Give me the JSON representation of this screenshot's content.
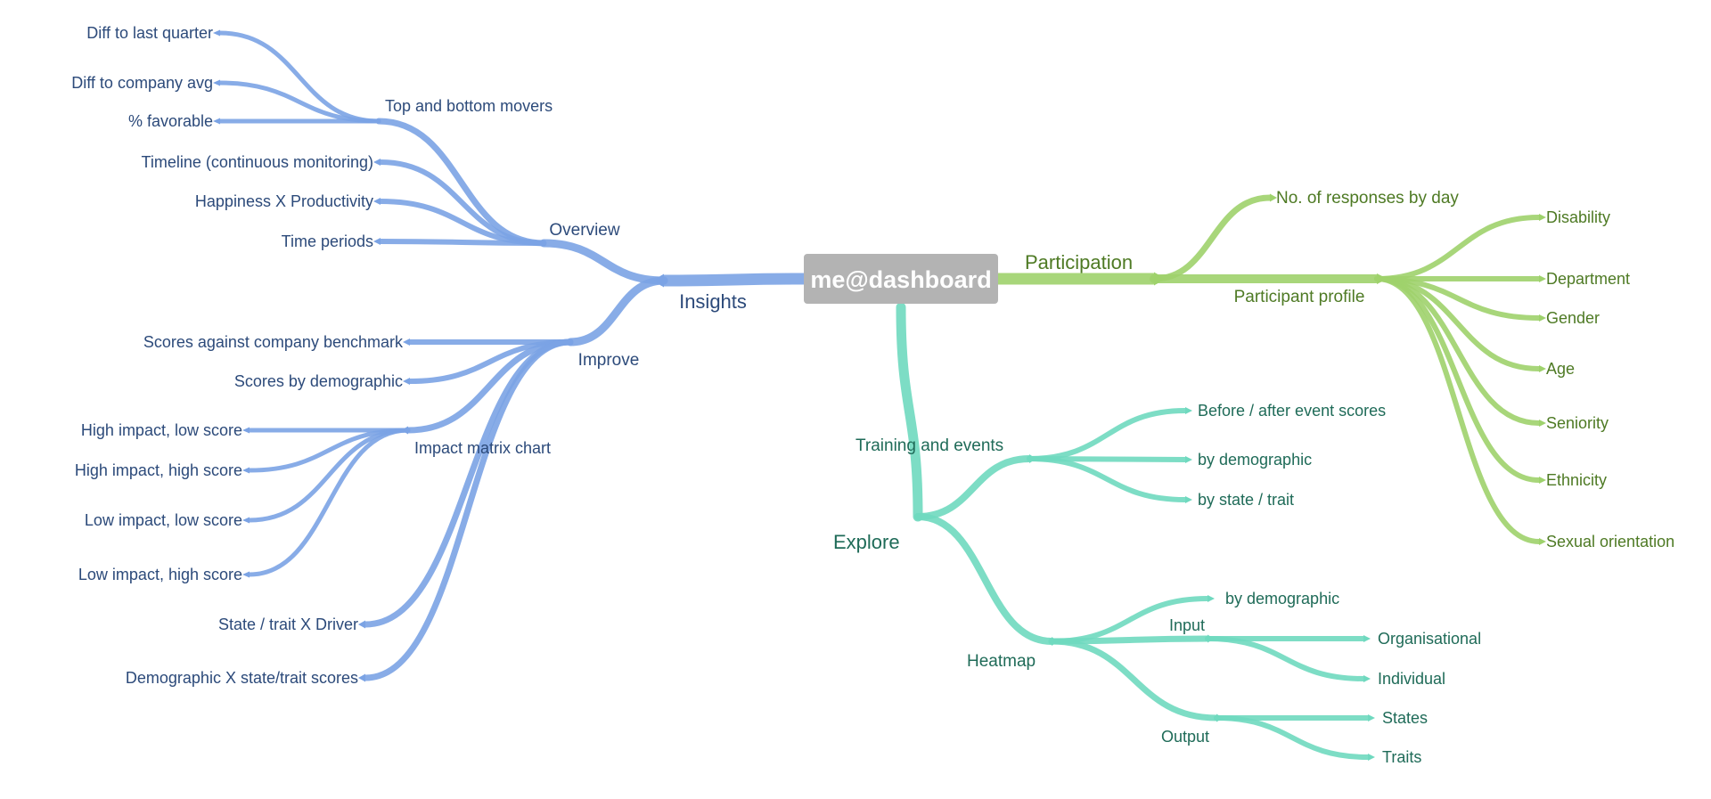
{
  "colors": {
    "insights": "#7ba3e4",
    "insights_text": "#2c4a7a",
    "participation": "#9ed26c",
    "participation_text": "#4e7a24",
    "explore": "#6fd9bf",
    "explore_text": "#1f6b58",
    "center_bg": "#b3b3b3",
    "center_text": "#ffffff"
  },
  "root": {
    "label": "me@dashboard"
  },
  "nodes": {
    "insights": "Insights",
    "overview": "Overview",
    "top_bottom_movers": "Top and bottom movers",
    "diff_last_quarter": "Diff to last quarter",
    "diff_company_avg": "Diff to company avg",
    "pct_favorable": "% favorable",
    "timeline": "Timeline (continuous monitoring)",
    "happiness_productivity": "Happiness X Productivity",
    "time_periods": "Time periods",
    "improve": "Improve",
    "scores_benchmark": "Scores against company benchmark",
    "scores_demographic": "Scores by demographic",
    "impact_matrix": "Impact matrix chart",
    "high_low": "High impact, low score",
    "high_high": "High impact, high score",
    "low_low": "Low impact, low score",
    "low_high": "Low impact, high score",
    "state_trait_driver": "State / trait X Driver",
    "demographic_state_trait": "Demographic X state/trait scores",
    "participation": "Participation",
    "responses_by_day": "No. of responses by day",
    "participant_profile": "Participant profile",
    "disability": "Disability",
    "department": "Department",
    "gender": "Gender",
    "age": "Age",
    "seniority": "Seniority",
    "ethnicity": "Ethnicity",
    "sexual_orientation": "Sexual orientation",
    "explore": "Explore",
    "training_events": "Training and events",
    "before_after": "Before / after event scores",
    "te_by_demographic": "by demographic",
    "te_by_state_trait": "by state / trait",
    "heatmap": "Heatmap",
    "input": "Input",
    "in_by_demographic": "by demographic",
    "organisational": "Organisational",
    "individual": "Individual",
    "output": "Output",
    "states": "States",
    "traits": "Traits"
  }
}
